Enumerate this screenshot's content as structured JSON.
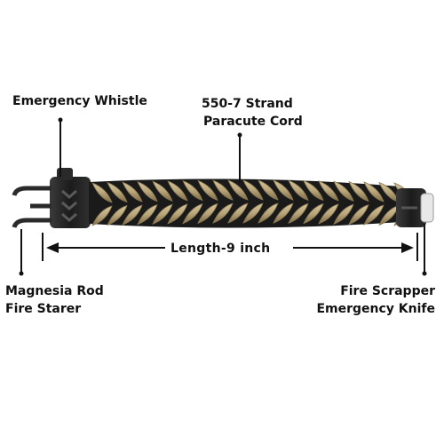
{
  "diagram": {
    "labels": {
      "emergency_whistle": "Emergency Whistle",
      "cord_line1": "550-7 Strand",
      "cord_line2": "Paracute Cord",
      "length": "Length-9 inch",
      "magnesia_line1": "Magnesia Rod",
      "magnesia_line2": "Fire Starer",
      "knife_line1": "Fire Scrapper",
      "knife_line2": "Emergency Knife"
    },
    "colors": {
      "cord_tan": "#b9a57a",
      "cord_tan_dark": "#8c7a52",
      "cord_black": "#1a1a1a",
      "buckle": "#222222",
      "pointer": "#111111"
    }
  }
}
